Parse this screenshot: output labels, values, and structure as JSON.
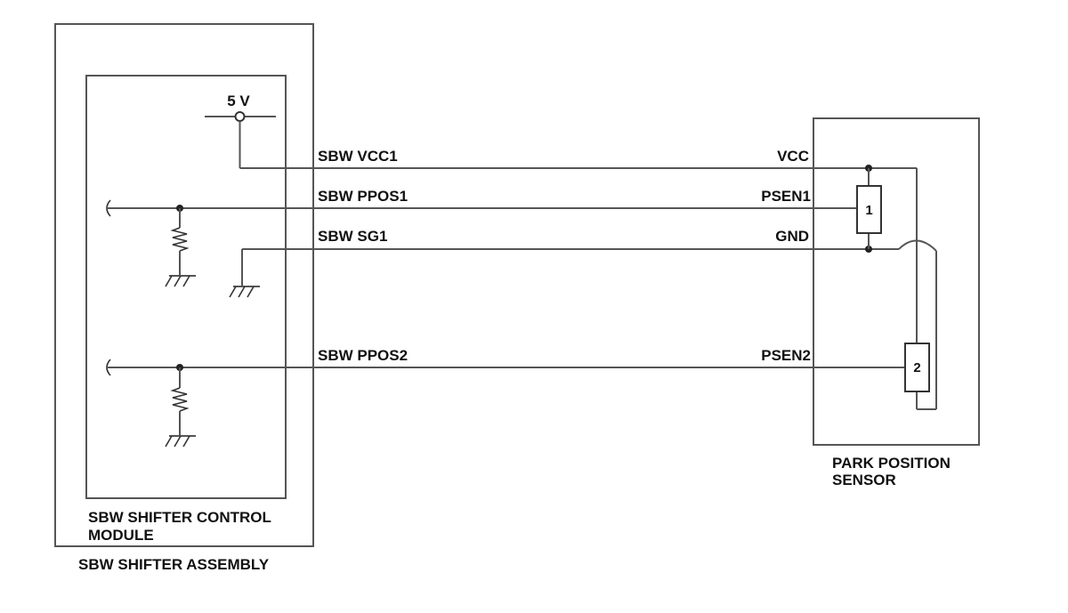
{
  "shifter_assembly": {
    "label": "SBW SHIFTER ASSEMBLY"
  },
  "control_module": {
    "label_line1": "SBW SHIFTER CONTROL",
    "label_line2": "MODULE"
  },
  "supply": {
    "voltage_label": "5 V"
  },
  "sensor": {
    "label_line1": "PARK POSITION",
    "label_line2": "SENSOR",
    "element1": "1",
    "element2": "2"
  },
  "wires": [
    {
      "module_pin": "SBW VCC1",
      "sensor_pin": "VCC"
    },
    {
      "module_pin": "SBW PPOS1",
      "sensor_pin": "PSEN1"
    },
    {
      "module_pin": "SBW SG1",
      "sensor_pin": "GND"
    },
    {
      "module_pin": "SBW PPOS2",
      "sensor_pin": "PSEN2"
    }
  ]
}
